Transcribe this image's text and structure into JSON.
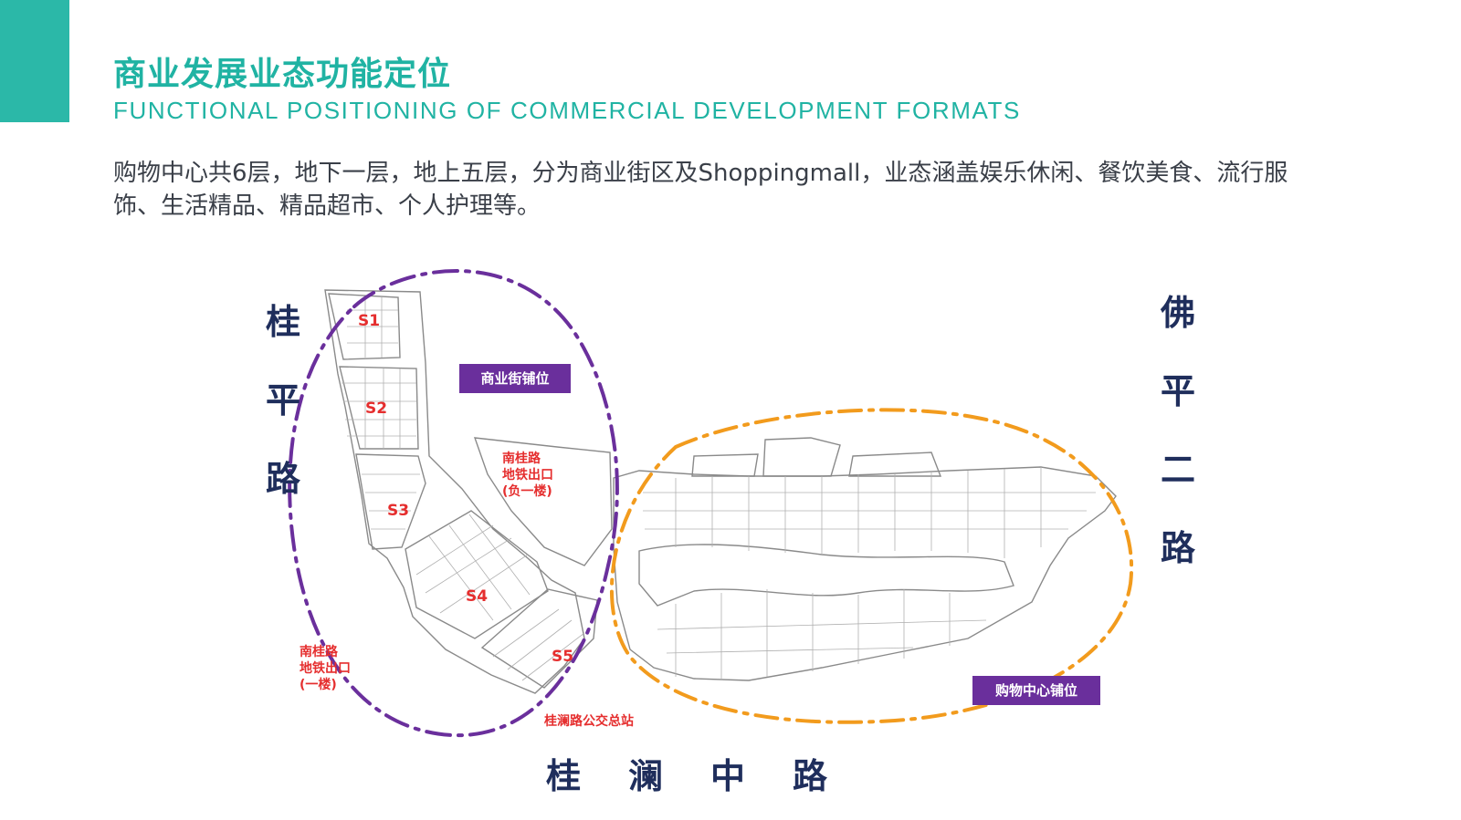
{
  "header": {
    "title": "商业发展业态功能定位",
    "subtitle": "FUNCTIONAL POSITIONING OF COMMERCIAL DEVELOPMENT FORMATS",
    "accent_color": "#2bb8a8"
  },
  "description": "购物中心共6层，地下一层，地上五层，分为商业街区及Shoppingmall，业态涵盖娱乐休闲、餐饮美食、流行服饰、生活精品、精品超市、个人护理等。",
  "map": {
    "roads": {
      "left": [
        "桂",
        "平",
        "路"
      ],
      "right": [
        "佛",
        "平",
        "二",
        "路"
      ],
      "bottom": "桂澜中路"
    },
    "zones": {
      "street": "商业街铺位",
      "mall": "购物中心铺位"
    },
    "zone_colors": {
      "street": "#6a2f9c",
      "mall": "#f29b1d"
    },
    "exits": {
      "metro_b1": [
        "南桂路",
        "地铁出口",
        "(负一楼)"
      ],
      "metro_f1": [
        "南桂路",
        "地铁出口",
        "(一楼)"
      ],
      "bus": "桂澜路公交总站"
    },
    "shops": [
      "S1",
      "S2",
      "S3",
      "S4",
      "S5"
    ]
  }
}
